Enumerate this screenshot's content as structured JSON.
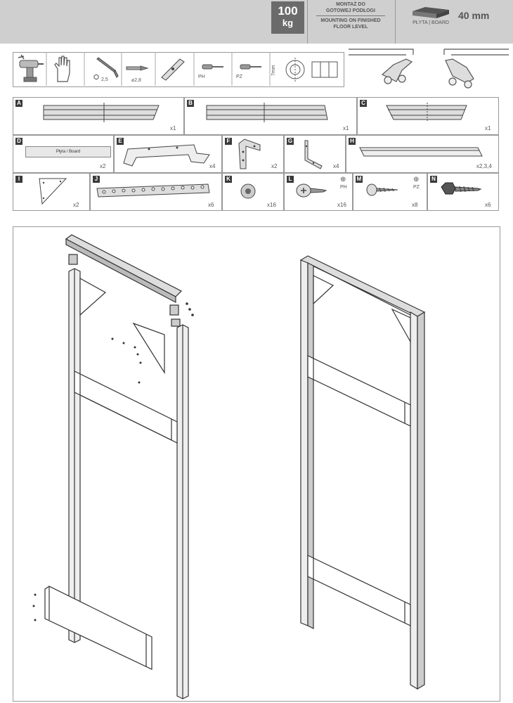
{
  "header": {
    "load_value": "100",
    "load_unit": "kg",
    "mount_pl_line1": "MONTAŻ DO",
    "mount_pl_line2": "GOTOWEJ PODŁOGI",
    "mount_en_line1": "MOUNTING ON FINISHED",
    "mount_en_line2": "FLOOR LEVEL",
    "board_label": "PŁYTA | BOARD",
    "board_thickness": "40 mm"
  },
  "tools": {
    "hex_key_size": "2,5",
    "drill_bit_size": "⌀2,8",
    "screwdriver_ph": "PH",
    "screwdriver_pz": "PZ",
    "measure_label": "7mm"
  },
  "parts": [
    {
      "letter": "A",
      "qty": "x1"
    },
    {
      "letter": "B",
      "qty": "x1"
    },
    {
      "letter": "C",
      "qty": "x1"
    },
    {
      "letter": "D",
      "qty": "x2",
      "label": "Płyta / Board"
    },
    {
      "letter": "E",
      "qty": "x4"
    },
    {
      "letter": "F",
      "qty": "x2"
    },
    {
      "letter": "G",
      "qty": "x4"
    },
    {
      "letter": "H",
      "qty": "x2,3,4"
    },
    {
      "letter": "I",
      "qty": "x2"
    },
    {
      "letter": "J",
      "qty": "x6"
    },
    {
      "letter": "K",
      "qty": "x16"
    },
    {
      "letter": "L",
      "qty": "x16",
      "drive": "PH"
    },
    {
      "letter": "M",
      "qty": "x8",
      "drive": "PZ"
    },
    {
      "letter": "N",
      "qty": "x6"
    }
  ]
}
